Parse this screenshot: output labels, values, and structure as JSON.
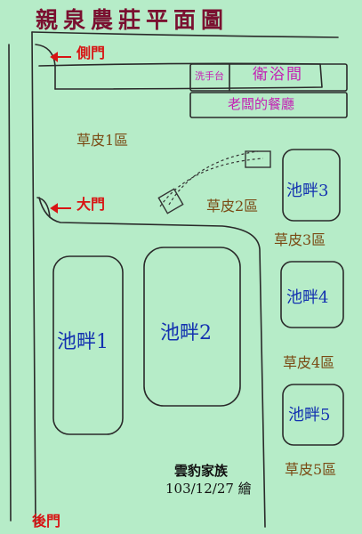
{
  "title": "親泉農莊平面圖",
  "gates": {
    "side": "側門",
    "main": "大門",
    "back": "後門"
  },
  "rooms": {
    "washbasin": "洗手台",
    "bathroom": "衛浴間",
    "restaurant": "老闆的餐廳"
  },
  "lawns": [
    "草皮1區",
    "草皮2區",
    "草皮3區",
    "草皮4區",
    "草皮5區"
  ],
  "ponds": [
    "池畔1",
    "池畔2",
    "池畔3",
    "池畔4",
    "池畔5"
  ],
  "signature": {
    "author": "雲豹家族",
    "date": "103/12/27 繪"
  },
  "colors": {
    "background": "#b6ecc8",
    "lines": "#2a2a2a",
    "title": "#7a1030",
    "gate_label": "#d81414",
    "lawn_label": "#7a4a14",
    "pond_label": "#1432b0",
    "room_label": "#c41fb4"
  }
}
